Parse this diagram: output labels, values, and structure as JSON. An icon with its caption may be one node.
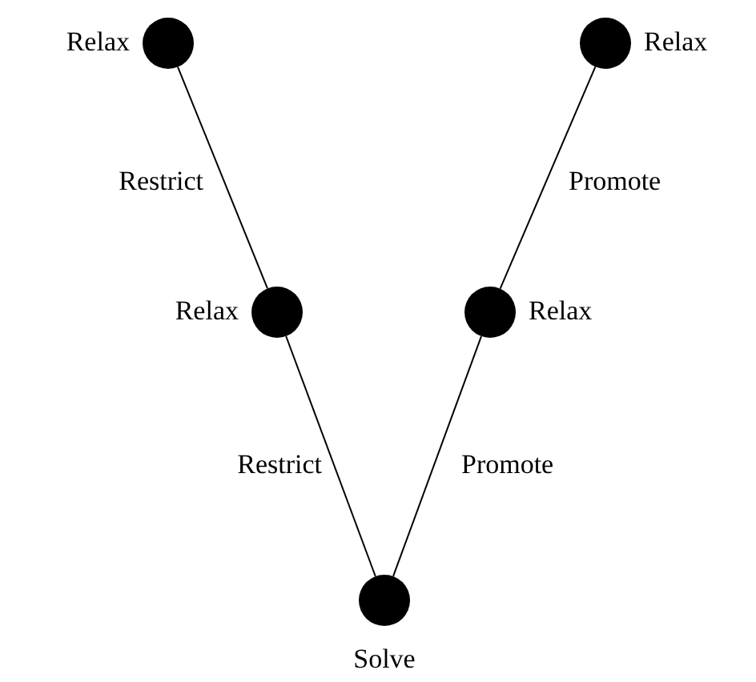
{
  "diagram": {
    "nodes": [
      {
        "text": [],
        "shape": "circle",
        "beside": [
          "Relax"
        ]
      },
      {
        "text": [],
        "shape": "circle",
        "beside": [
          "Relax"
        ]
      },
      {
        "text": [],
        "shape": "circle",
        "beside": [
          "Relax"
        ]
      },
      {
        "text": [],
        "shape": "circle",
        "beside": [
          "Relax"
        ]
      },
      {
        "text": [],
        "shape": "circle",
        "beside": [
          "Solve"
        ]
      }
    ],
    "edges": [
      {
        "from": 0,
        "to": 2,
        "arrow": "none",
        "label": "Restrict"
      },
      {
        "from": 2,
        "to": 4,
        "arrow": "none",
        "label": "Restrict"
      },
      {
        "from": 4,
        "to": 3,
        "arrow": "none",
        "label": "Promote"
      },
      {
        "from": 3,
        "to": 1,
        "arrow": "none",
        "label": "Promote"
      }
    ]
  }
}
